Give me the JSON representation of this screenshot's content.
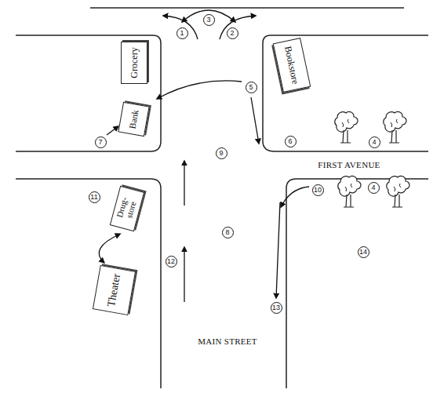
{
  "diagram": {
    "nodes": [
      {
        "text": [
          "Grocery"
        ]
      },
      {
        "text": [
          "Bookstore"
        ]
      },
      {
        "text": [
          "Bank"
        ]
      },
      {
        "text": [
          "Drug- store"
        ]
      },
      {
        "text": [
          "Theater"
        ]
      }
    ],
    "edges": [
      {
        "from": 3,
        "to": 4,
        "arrow": "both"
      }
    ],
    "labels": [
      "3",
      "1",
      "2",
      "5",
      "6",
      "4",
      "7",
      "9",
      "FIRST AVENUE",
      "4",
      "10",
      "11",
      "8",
      "12",
      "14",
      "13",
      "MAIN STREET"
    ]
  }
}
